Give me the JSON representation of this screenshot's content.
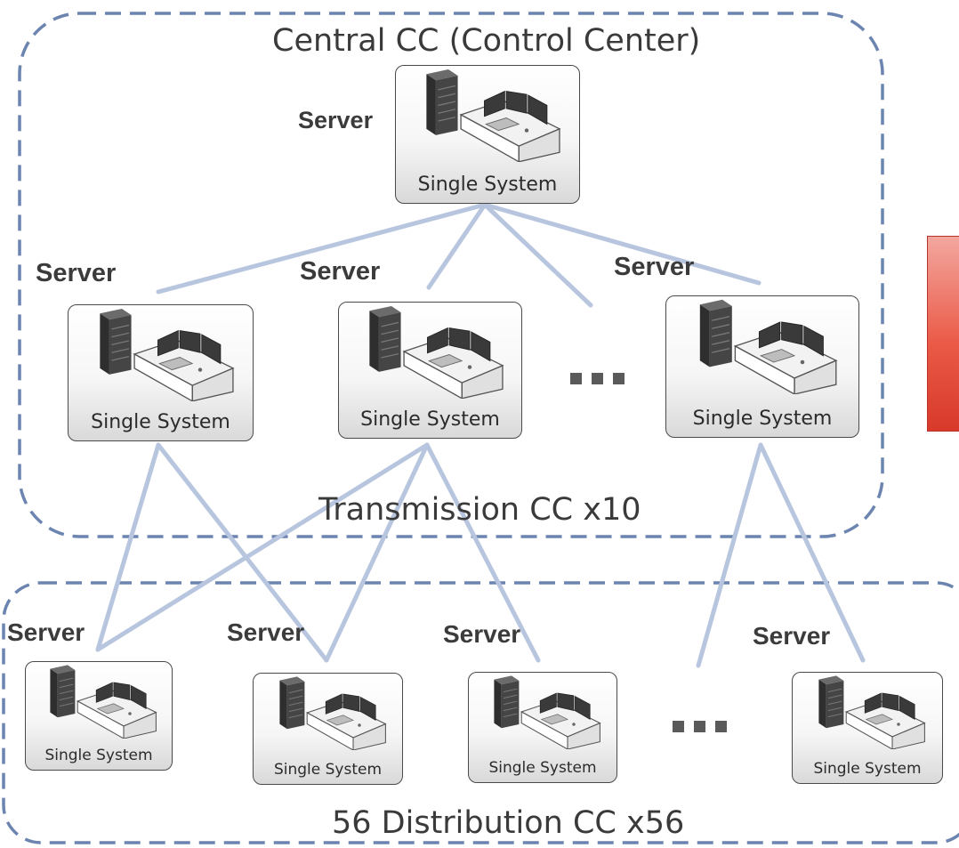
{
  "regions": {
    "central": "Central CC (Control Center)",
    "transmission": "Transmission CC x10",
    "distribution": "56 Distribution CC x56"
  },
  "server_label": "Server",
  "system_label": "Single System",
  "colors": {
    "dashed_border": "#6c84b0",
    "connection_line": "#b7c6de",
    "accent_block": "#e8503f"
  },
  "icons": [
    "server-rack-icon",
    "operator-console-icon"
  ]
}
